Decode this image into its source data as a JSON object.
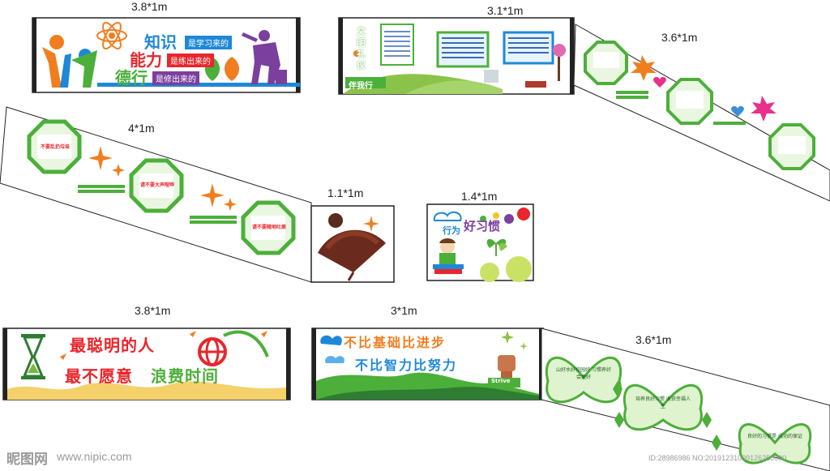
{
  "panel1": {
    "size": "3.8*1m",
    "lines": [
      {
        "big": "知识",
        "tag": "是学习来的"
      },
      {
        "big": "能力",
        "tag": "是练出来的"
      },
      {
        "big": "德行",
        "tag": "是修出来的"
      }
    ]
  },
  "panel2": {
    "size": "3.1*1m",
    "vertical_text": "文明礼仪",
    "caption": "伴我行"
  },
  "panel3": {
    "size": "3.6*1m"
  },
  "panel4": {
    "size": "4*1m",
    "frames": [
      "不要乱扔垃圾",
      "请不要大声喧哗",
      "请不要随地吐痰"
    ]
  },
  "panel5": {
    "size": "1.1*1m"
  },
  "panel6": {
    "size": "1.4*1m",
    "title_small": "行为",
    "title_big": "好习惯"
  },
  "panel7": {
    "size": "3.8*1m",
    "line1": "最聪明的人",
    "line2a": "最不愿意",
    "line2b": "浪费时间"
  },
  "panel8": {
    "size": "3*1m",
    "line1": "不比基础比进步",
    "line2": "不比智力比努力",
    "badge": "Strive"
  },
  "panel9": {
    "size": "3.6*1m",
    "butterflies": [
      "山好水好校园好 习惯养好会更好",
      "培养良好习惯 收获幸福人生",
      "良好的习惯是 成功的保证"
    ]
  },
  "watermark": {
    "logo": "昵图网",
    "url": "www.nipic.com",
    "id": "ID:28986986 NO:20191231009126250000"
  },
  "colors": {
    "green": "#4caf3a",
    "orange": "#f07e1f",
    "blue": "#1e88d8",
    "red": "#e8262b",
    "purple": "#7b3f9e",
    "brown": "#6b2a1e"
  }
}
